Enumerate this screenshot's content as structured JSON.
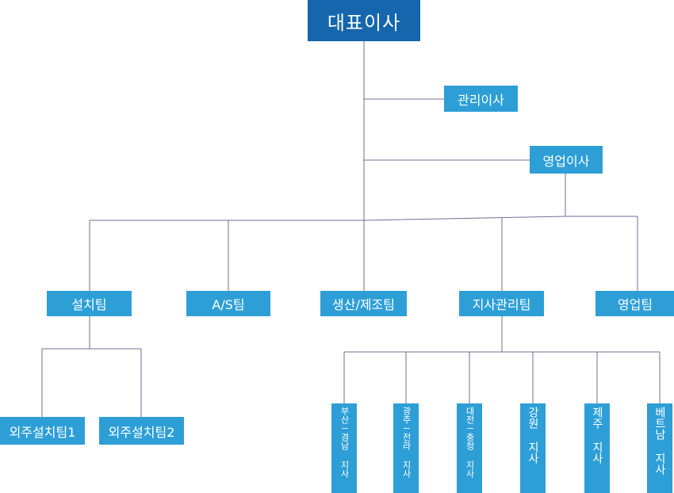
{
  "org": {
    "ceo": "대표이사",
    "admin_director": "관리이사",
    "sales_director": "영업이사",
    "teams": {
      "install": "설치팀",
      "as": "A/S팀",
      "production": "생산/제조팀",
      "branch_mgmt": "지사관리팀",
      "sales": "영업팀"
    },
    "install_subteams": [
      "외주설치팀1",
      "외주설치팀2"
    ],
    "branches": [
      "부산－경남 지사",
      "광주－전라 지사",
      "대전－충청 지사",
      "강원 지사",
      "제주 지사",
      "베트남 지사"
    ]
  },
  "colors": {
    "box": "#2e9fd6",
    "ceo_box": "#1566ad",
    "line": "#6f6f95",
    "text": "#ffffff"
  }
}
